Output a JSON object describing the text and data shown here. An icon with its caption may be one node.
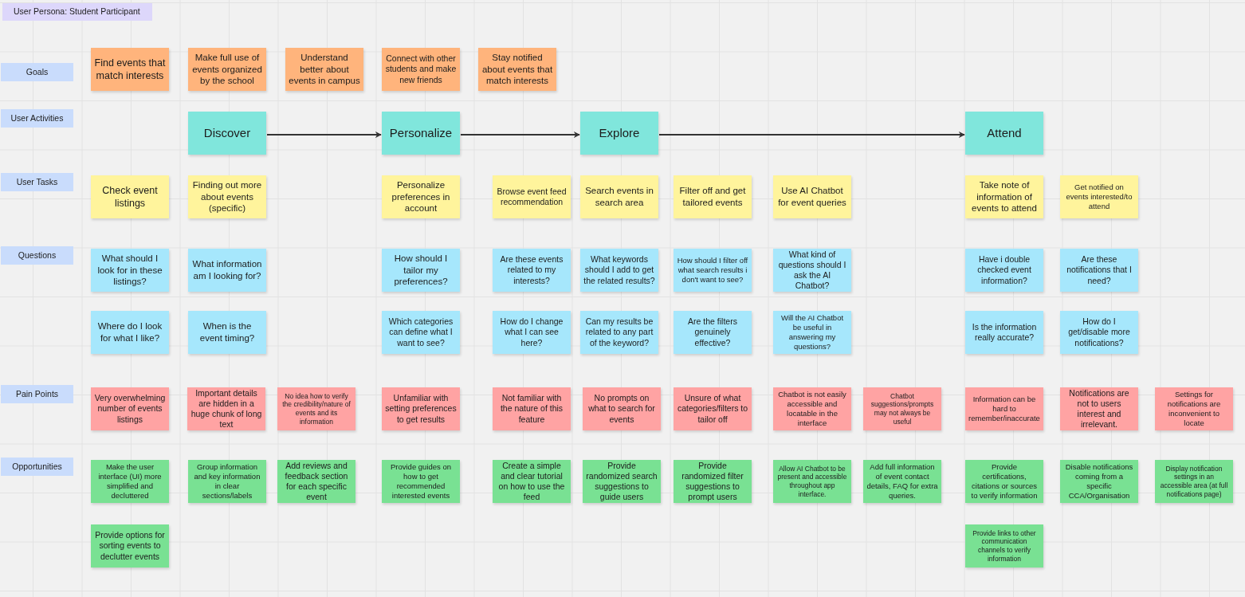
{
  "diagram": {
    "title": "User Persona: Student Participant",
    "nodes": [
      {
        "text": [
          "Goals"
        ]
      },
      {
        "text": [
          "Find events that match interests"
        ]
      },
      {
        "text": [
          "Make full use of events organized by the school"
        ]
      },
      {
        "text": [
          "Understand better about events in campus"
        ]
      },
      {
        "text": [
          "Connect with other students and make new friends"
        ]
      },
      {
        "text": [
          "Stay notified about events that match interests"
        ]
      },
      {
        "text": [
          "User Activities"
        ]
      },
      {
        "text": [
          "Discover"
        ]
      },
      {
        "text": [
          "Personalize"
        ]
      },
      {
        "text": [
          "Explore"
        ]
      },
      {
        "text": [
          "Attend"
        ]
      },
      {
        "text": [
          "User Tasks"
        ]
      },
      {
        "text": [
          "Check event listings"
        ]
      },
      {
        "text": [
          "Finding out more about events (specific)"
        ]
      },
      {
        "text": [
          "Personalize preferences in account"
        ]
      },
      {
        "text": [
          "Browse event feed recommendation"
        ]
      },
      {
        "text": [
          "Search events in search area"
        ]
      },
      {
        "text": [
          "Filter off and get tailored events"
        ]
      },
      {
        "text": [
          "Use AI Chatbot for event queries"
        ]
      },
      {
        "text": [
          "Take note of information of events to attend"
        ]
      },
      {
        "text": [
          "Get notified on events interested/to attend"
        ]
      },
      {
        "text": [
          "Questions"
        ]
      },
      {
        "text": [
          "What should I look for in these listings?"
        ]
      },
      {
        "text": [
          "What information am I looking for?"
        ]
      },
      {
        "text": [
          "How should I tailor my preferences?"
        ]
      },
      {
        "text": [
          "Are these events related to my interests?"
        ]
      },
      {
        "text": [
          "What keywords should I add to get the related results?"
        ]
      },
      {
        "text": [
          "How should I filter off what search results i don't want to see?"
        ]
      },
      {
        "text": [
          "What kind of questions should I ask the AI Chatbot?"
        ]
      },
      {
        "text": [
          "Have i double checked event information?"
        ]
      },
      {
        "text": [
          "Are these notifications that I need?"
        ]
      },
      {
        "text": [
          "Where do I look for what I like?"
        ]
      },
      {
        "text": [
          "When is the event timing?"
        ]
      },
      {
        "text": [
          "Which categories can define what I want to see?"
        ]
      },
      {
        "text": [
          "How do I change what I can see here?"
        ]
      },
      {
        "text": [
          "Can my results be related to any part of the keyword?"
        ]
      },
      {
        "text": [
          "Are the filters genuinely effective?"
        ]
      },
      {
        "text": [
          "Will the AI Chatbot be useful in answering my questions?"
        ]
      },
      {
        "text": [
          "Is the information really accurate?"
        ]
      },
      {
        "text": [
          "How do I get/disable more notifications?"
        ]
      },
      {
        "text": [
          "Pain Points"
        ]
      },
      {
        "text": [
          "Very overwhelming number of events listings"
        ]
      },
      {
        "text": [
          "Important details are hidden in a huge chunk of long text"
        ]
      },
      {
        "text": [
          "No idea how to verify the credibility/nature of events and its information"
        ]
      },
      {
        "text": [
          "Unfamiliar with setting preferences to get results"
        ]
      },
      {
        "text": [
          "Not familiar with the nature of this feature"
        ]
      },
      {
        "text": [
          "No prompts on what to search for events"
        ]
      },
      {
        "text": [
          "Unsure of what categories/filters to tailor off"
        ]
      },
      {
        "text": [
          "Chatbot is not easily accessible and locatable in the interface"
        ]
      },
      {
        "text": [
          "Chatbot suggestions/prompts may not always be useful"
        ]
      },
      {
        "text": [
          "Information can be hard to remember/inaccurate"
        ]
      },
      {
        "text": [
          "Notifications are not to users interest and irrelevant."
        ]
      },
      {
        "text": [
          "Settings for notifications are inconvenient to locate"
        ]
      },
      {
        "text": [
          "Opportunities"
        ]
      },
      {
        "text": [
          "Make the user interface (UI) more simplified and decluttered"
        ]
      },
      {
        "text": [
          "Group information and key information in clear sections/labels"
        ]
      },
      {
        "text": [
          "Add reviews and feedback section for each specific event"
        ]
      },
      {
        "text": [
          "Provide guides on how to get recommended interested events"
        ]
      },
      {
        "text": [
          "Create a simple and clear tutorial on how to use the feed"
        ]
      },
      {
        "text": [
          "Provide randomized search suggestions to guide users"
        ]
      },
      {
        "text": [
          "Provide randomized filter suggestions to prompt users"
        ]
      },
      {
        "text": [
          "Allow AI Chatbot to be present and accessible throughout app interface."
        ]
      },
      {
        "text": [
          "Add full information of event contact details, FAQ for extra queries."
        ]
      },
      {
        "text": [
          "Provide certifications, citations or sources to verify information"
        ]
      },
      {
        "text": [
          "Disable notifications coming from a specific CCA/Organisation"
        ]
      },
      {
        "text": [
          "Display notification settings in an accessible area (at full notifications page)"
        ]
      },
      {
        "text": [
          "Provide options for sorting events to declutter events"
        ]
      },
      {
        "text": [
          "Provide links to other communication channels to verify information"
        ]
      }
    ],
    "edges": [
      {
        "from": 7,
        "to": 8,
        "arrow": "to"
      },
      {
        "from": 8,
        "to": 9,
        "arrow": "to"
      },
      {
        "from": 9,
        "to": 10,
        "arrow": "to"
      }
    ]
  }
}
